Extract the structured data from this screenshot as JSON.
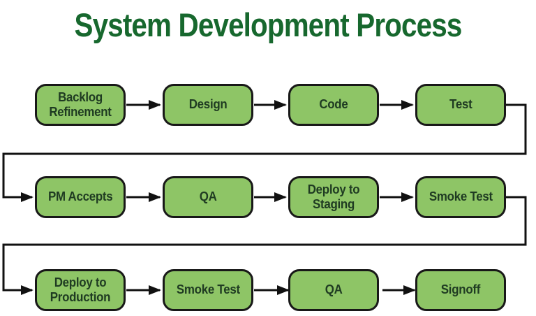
{
  "title": "System Development Process",
  "colors": {
    "title_text": "#17682e",
    "box_fill": "#8ec566",
    "box_border": "#181818",
    "box_text": "#1f3b22",
    "connector": "#111111",
    "background": "#ffffff"
  },
  "flow": {
    "rows": [
      {
        "boxes": [
          {
            "label": "Backlog Refinement"
          },
          {
            "label": "Design"
          },
          {
            "label": "Code"
          },
          {
            "label": "Test"
          }
        ]
      },
      {
        "boxes": [
          {
            "label": "PM Accepts"
          },
          {
            "label": "QA"
          },
          {
            "label": "Deploy to Staging"
          },
          {
            "label": "Smoke Test"
          }
        ]
      },
      {
        "boxes": [
          {
            "label": "Deploy to Production"
          },
          {
            "label": "Smoke Test"
          },
          {
            "label": "QA"
          },
          {
            "label": "Signoff"
          }
        ]
      }
    ],
    "sequence": [
      "Backlog Refinement",
      "Design",
      "Code",
      "Test",
      "PM Accepts",
      "QA",
      "Deploy to Staging",
      "Smoke Test",
      "Deploy to Production",
      "Smoke Test",
      "QA",
      "Signoff"
    ]
  }
}
